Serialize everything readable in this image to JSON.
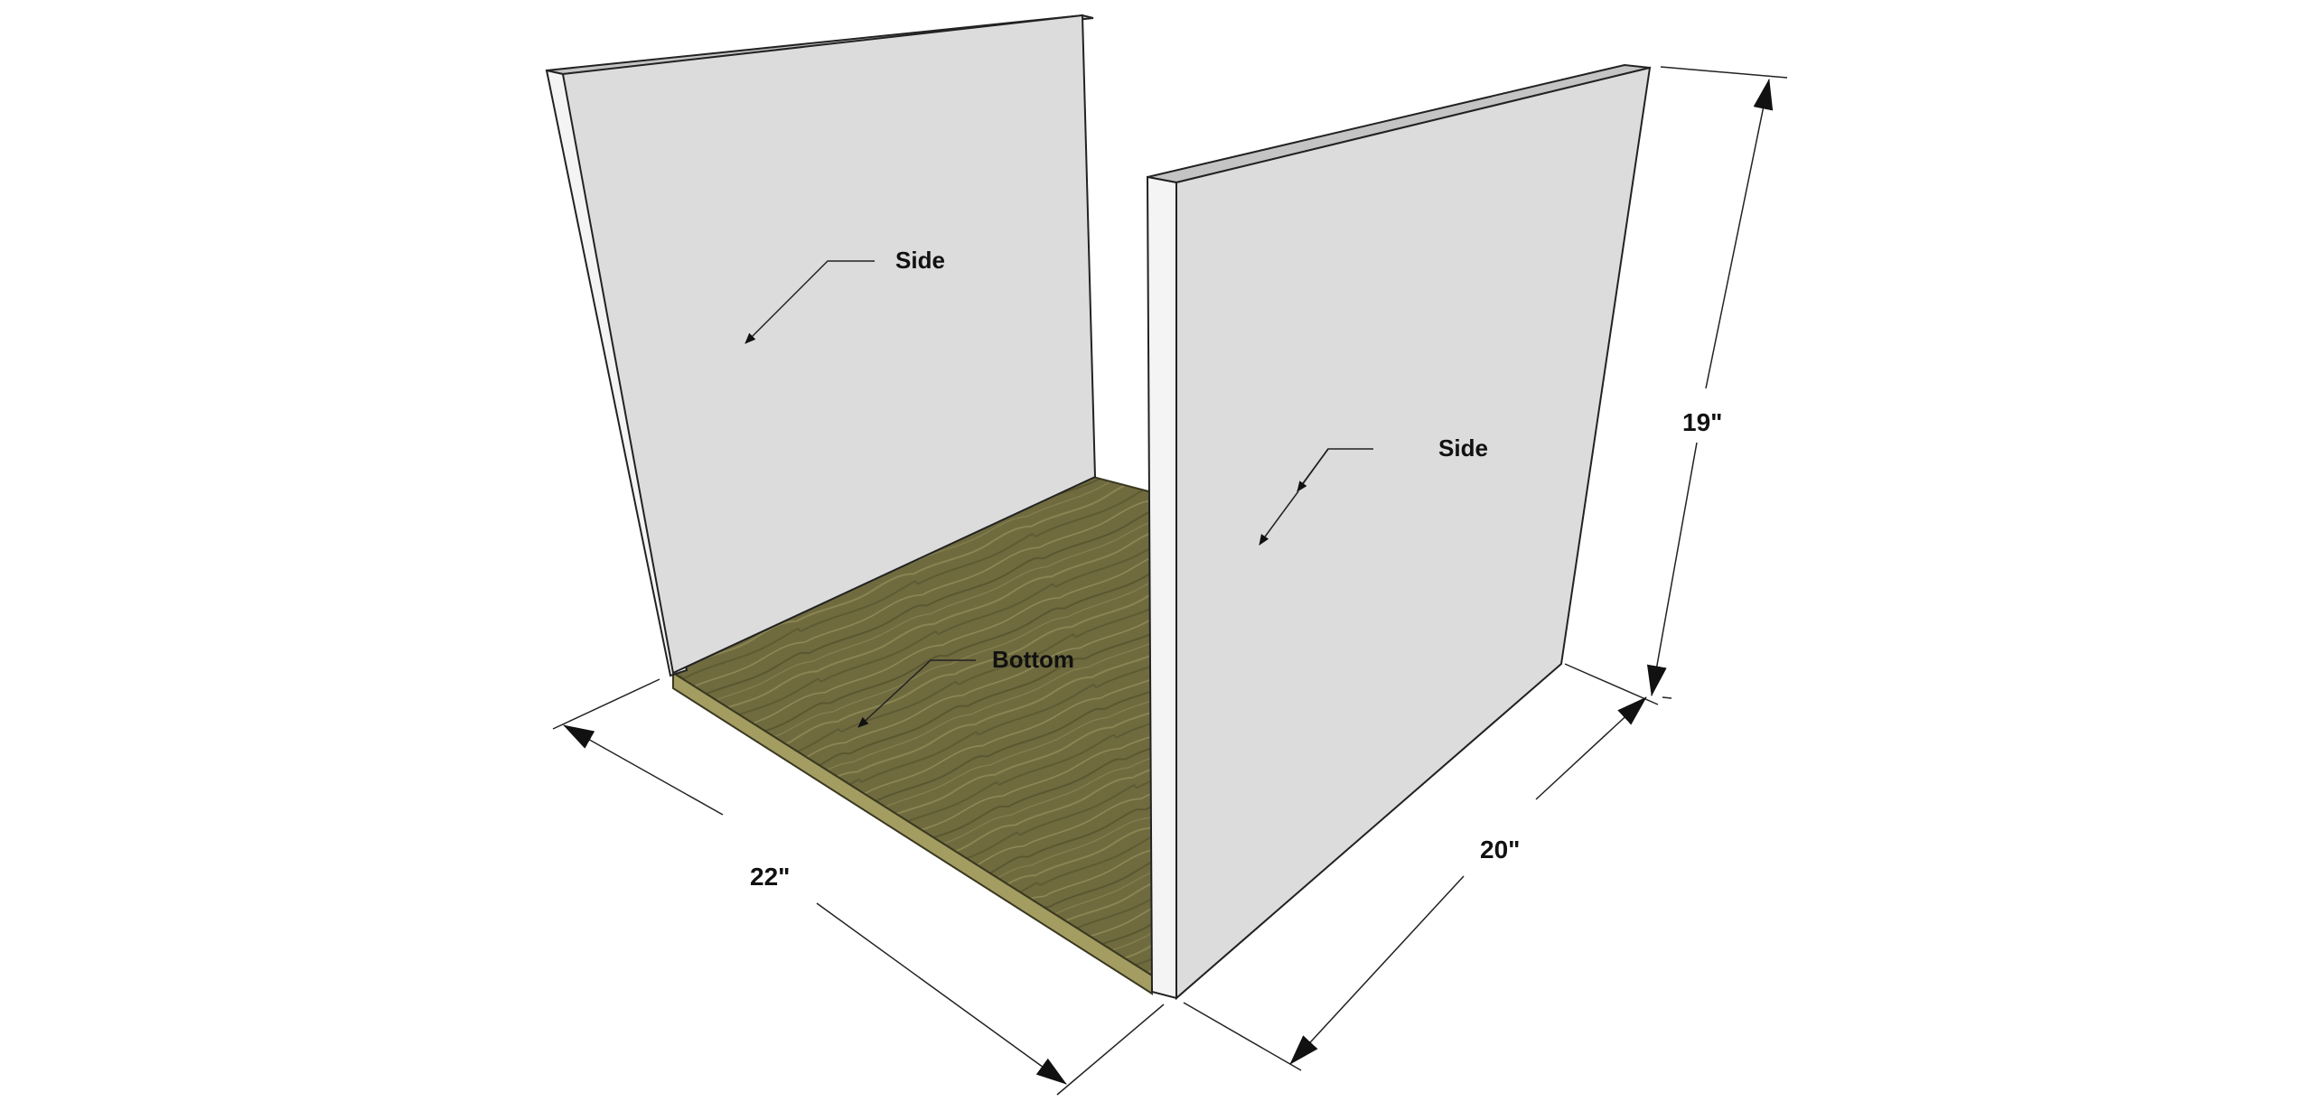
{
  "labels": {
    "side_left": "Side",
    "side_right": "Side",
    "bottom": "Bottom"
  },
  "dimensions": {
    "width": "22\"",
    "depth": "20\"",
    "height": "19\""
  },
  "colors": {
    "panel_face": "#dcdcdc",
    "panel_edge": "#f4f4f4",
    "panel_top": "#c4c4c4",
    "wood": "#6f6b3f",
    "wood_edge": "#a49d62",
    "stroke": "#222222"
  }
}
